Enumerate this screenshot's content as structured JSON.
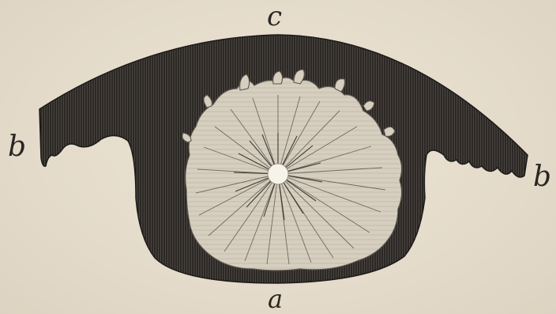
{
  "labels": {
    "top": "c",
    "left": "b",
    "right": "b",
    "bottom": "a"
  },
  "colors": {
    "paper": "#e6ddcd",
    "ink": "#2a2622",
    "pale_tissue": "#d9d2c3"
  }
}
